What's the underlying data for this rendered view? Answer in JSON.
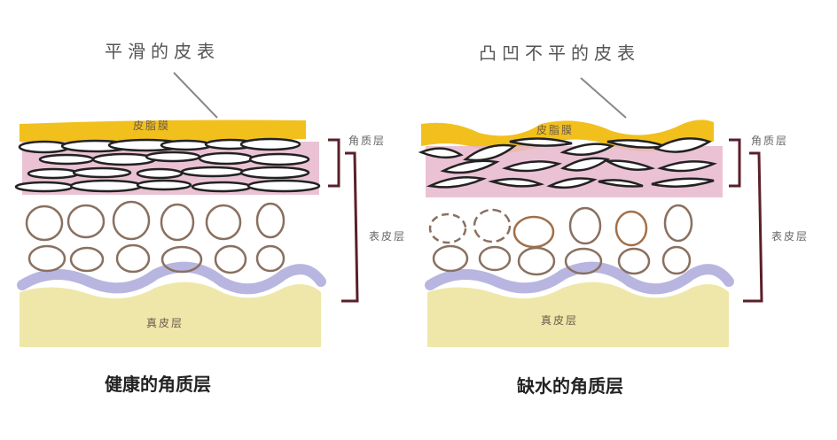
{
  "left_panel": {
    "top_label": "平滑的皮表",
    "sebum_label": "皮脂膜",
    "stratum_corneum_label": "角质层",
    "epidermis_label": "表皮层",
    "dermis_label": "真皮层",
    "caption": "健康的角质层"
  },
  "right_panel": {
    "top_label": "凸凹不平的皮表",
    "sebum_label": "皮脂膜",
    "stratum_corneum_label": "角质层",
    "epidermis_label": "表皮层",
    "dermis_label": "真皮层",
    "caption": "缺水的角质层"
  },
  "colors": {
    "sebum": "#f2c01c",
    "intercellular_lipid": "#e8b7cc",
    "cell_outline": "#222222",
    "keratinocyte_outline": "#8a7060",
    "basement_membrane": "#b8b6e0",
    "dermis": "#ece39a",
    "bracket": "#5a1f2a"
  }
}
